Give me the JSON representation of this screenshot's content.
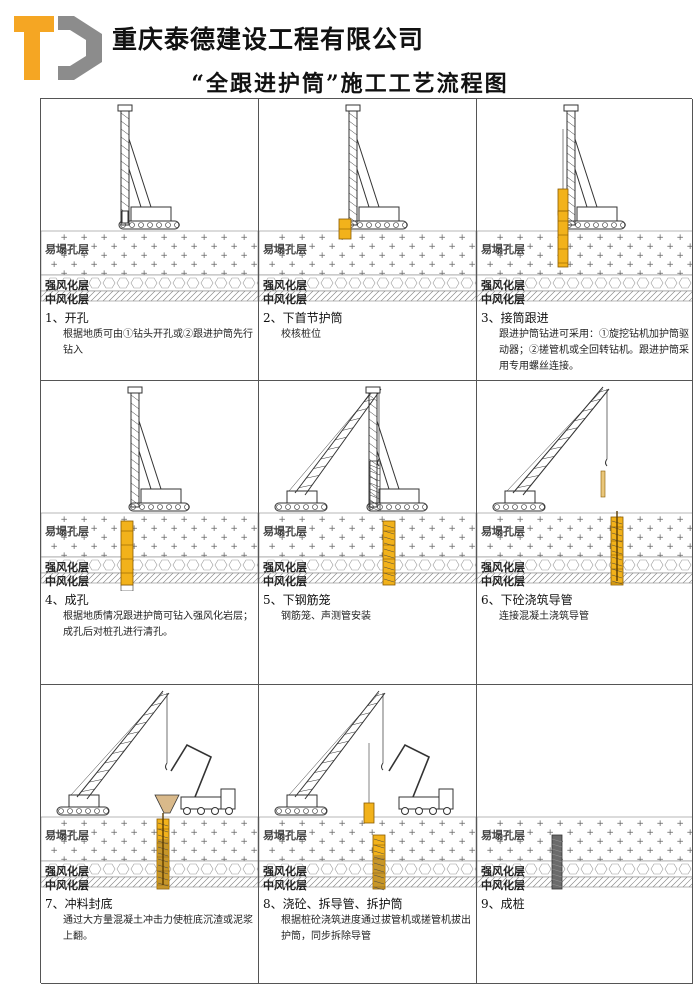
{
  "header": {
    "company": "重庆泰德建设工程有限公司",
    "title": "“全跟进护筒”施工工艺流程图",
    "logo_colors": {
      "orange": "#F5A623",
      "gray": "#8C8C8C"
    }
  },
  "strata": {
    "layer1": "易塌孔层",
    "layer2": "强风化层",
    "layer3": "中风化层"
  },
  "steps": [
    {
      "label": "1、开孔",
      "desc": "根据地质可由①钻头开孔或②跟进护筒先行钻入"
    },
    {
      "label": "2、下首节护筒",
      "desc": "校核桩位"
    },
    {
      "label": "3、接筒跟进",
      "desc": "跟进护筒钻进可采用：①旋挖钻机加护筒驱动器；②搓管机或全回转钻机。跟进护筒采用专用螺丝连接。"
    },
    {
      "label": "4、成孔",
      "desc": "根据地质情况跟进护筒可钻入强风化岩层；成孔后对桩孔进行清孔。"
    },
    {
      "label": "5、下钢筋笼",
      "desc": "钢筋笼、声测管安装"
    },
    {
      "label": "6、下砼浇筑导管",
      "desc": "连接混凝土浇筑导管"
    },
    {
      "label": "7、冲料封底",
      "desc": "通过大方量混凝土冲击力使桩底沉渣或泥浆上翻。"
    },
    {
      "label": "8、浇砼、拆导管、拆护筒",
      "desc": "根据桩砼浇筑进度通过拔管机或搓管机拔出护筒，同步拆除导管"
    },
    {
      "label": "9、成桩",
      "desc": ""
    }
  ],
  "colors": {
    "casing": "#F2B21B",
    "line": "#333333",
    "pile": "#6b6b6b"
  }
}
